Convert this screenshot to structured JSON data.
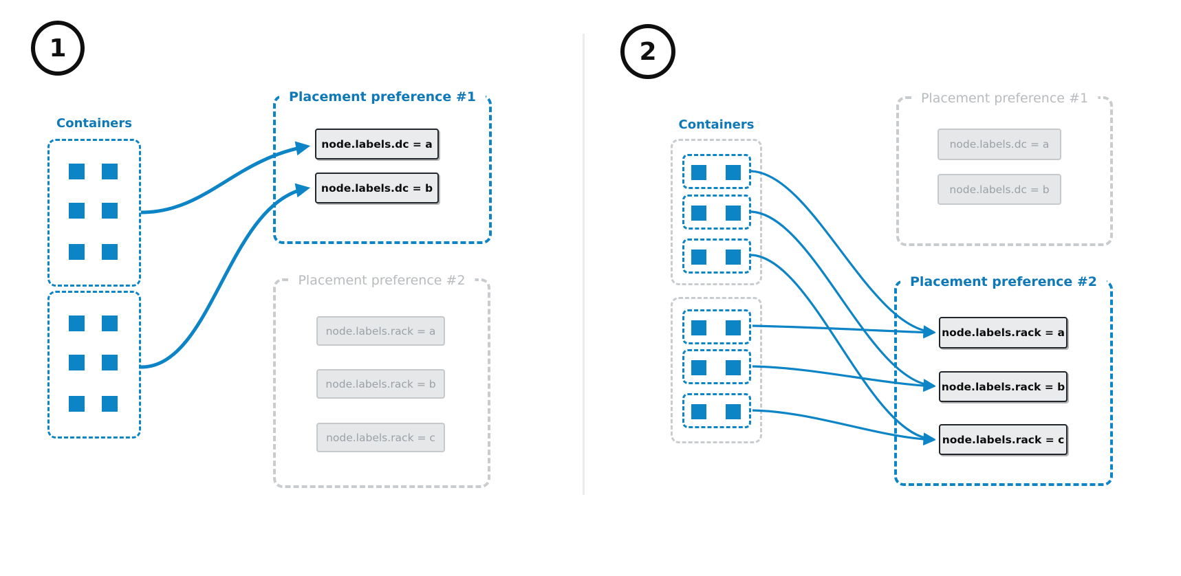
{
  "colors": {
    "active_blue": "#0d84c6",
    "blue_text": "#0f79b8",
    "inactive_gray_border": "#c9cccf",
    "inactive_gray_text": "#b8bbbe",
    "label_fill_active": "#e9ebed",
    "label_border_active": "#20262b",
    "label_fill_inactive": "#e5e7e9",
    "label_text_inactive": "#9ba1a6",
    "divider": "#ececec",
    "badge_border": "#0f0f0f"
  },
  "panel1": {
    "badge": "1",
    "containers_label": "Containers",
    "container_groups": 2,
    "containers_per_group": 6,
    "pref1": {
      "title": "Placement preference #1",
      "state": "active",
      "items": [
        "node.labels.dc = a",
        "node.labels.dc = b"
      ]
    },
    "pref2": {
      "title": "Placement preference #2",
      "state": "inactive",
      "items": [
        "node.labels.rack = a",
        "node.labels.rack = b",
        "node.labels.rack = c"
      ]
    },
    "arrows": [
      {
        "from": "container-group-1",
        "to": "node.labels.dc = a"
      },
      {
        "from": "container-group-2",
        "to": "node.labels.dc = b"
      }
    ]
  },
  "panel2": {
    "badge": "2",
    "containers_label": "Containers",
    "container_groups": 2,
    "subgroups_per_group": 3,
    "containers_per_subgroup": 2,
    "pref1": {
      "title": "Placement preference #1",
      "state": "inactive",
      "items": [
        "node.labels.dc = a",
        "node.labels.dc = b"
      ]
    },
    "pref2": {
      "title": "Placement preference #2",
      "state": "active",
      "items": [
        "node.labels.rack = a",
        "node.labels.rack = b",
        "node.labels.rack = c"
      ]
    },
    "arrows": [
      {
        "from": "subgroup-1",
        "to": "node.labels.rack = a"
      },
      {
        "from": "subgroup-2",
        "to": "node.labels.rack = b"
      },
      {
        "from": "subgroup-3",
        "to": "node.labels.rack = c"
      },
      {
        "from": "subgroup-4",
        "to": "node.labels.rack = a"
      },
      {
        "from": "subgroup-5",
        "to": "node.labels.rack = b"
      },
      {
        "from": "subgroup-6",
        "to": "node.labels.rack = c"
      }
    ]
  }
}
